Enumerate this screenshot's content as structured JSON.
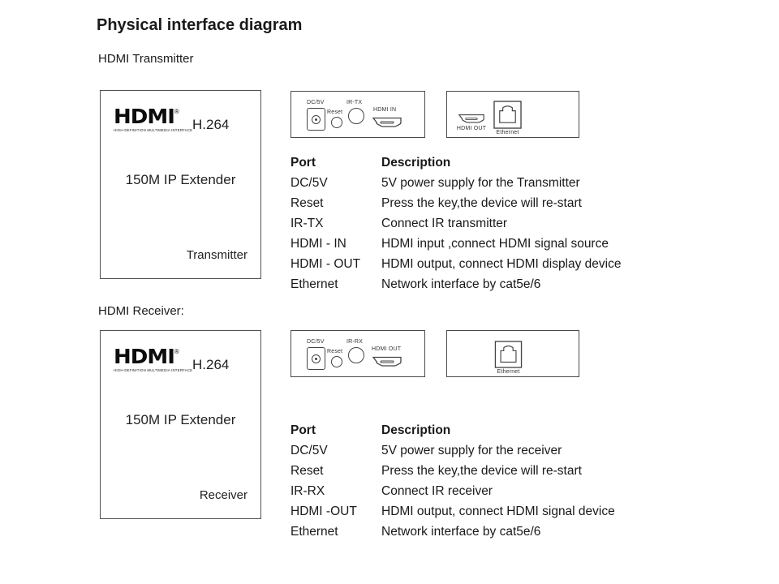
{
  "colors": {
    "text": "#1c1c1c",
    "line": "#4a4a4a",
    "background": "#ffffff"
  },
  "page": {
    "title": "Physical interface diagram"
  },
  "transmitter": {
    "section_label": "HDMI Transmitter",
    "device": {
      "logo": "HDMI",
      "logo_reg": "®",
      "logo_tagline": "HIGH-DEFINITION MULTIMEDIA INTERFACE",
      "codec": "H.264",
      "model": "150M IP Extender",
      "role": "Transmitter"
    },
    "front_panel": {
      "ports": [
        {
          "label": "DC/5V",
          "type": "power-jack"
        },
        {
          "label": "Reset",
          "type": "push-button"
        },
        {
          "label": "IR-TX",
          "type": "ir-jack"
        },
        {
          "label": "HDMI IN",
          "type": "hdmi-port"
        }
      ]
    },
    "rear_panel": {
      "ports": [
        {
          "label": "HDMI OUT",
          "type": "hdmi-port"
        },
        {
          "label": "Ethernet",
          "type": "rj45-port"
        }
      ]
    },
    "table": {
      "headers": [
        "Port",
        "Description"
      ],
      "rows": [
        [
          "DC/5V",
          "5V power supply for the Transmitter"
        ],
        [
          "Reset",
          "Press the key,the device will re-start"
        ],
        [
          "IR-TX",
          "Connect IR transmitter"
        ],
        [
          "HDMI - IN",
          "HDMI input ,connect HDMI signal source"
        ],
        [
          "HDMI - OUT",
          "HDMI output, connect HDMI display device"
        ],
        [
          "Ethernet",
          "Network interface by cat5e/6"
        ]
      ]
    }
  },
  "receiver": {
    "section_label": "HDMI Receiver:",
    "device": {
      "logo": "HDMI",
      "logo_reg": "®",
      "logo_tagline": "HIGH-DEFINITION MULTIMEDIA INTERFACE",
      "codec": "H.264",
      "model": "150M IP Extender",
      "role": "Receiver"
    },
    "front_panel": {
      "ports": [
        {
          "label": "DC/5V",
          "type": "power-jack"
        },
        {
          "label": "Reset",
          "type": "push-button"
        },
        {
          "label": "IR-RX",
          "type": "ir-jack"
        },
        {
          "label": "HDMI OUT",
          "type": "hdmi-port"
        }
      ]
    },
    "rear_panel": {
      "ports": [
        {
          "label": "Ethernet",
          "type": "rj45-port"
        }
      ]
    },
    "table": {
      "headers": [
        "Port",
        "Description"
      ],
      "rows": [
        [
          "DC/5V",
          "5V power supply for the receiver"
        ],
        [
          "Reset",
          "Press the key,the device will re-start"
        ],
        [
          "IR-RX",
          "Connect IR receiver"
        ],
        [
          "HDMI -OUT",
          "HDMI output, connect HDMI signal device"
        ],
        [
          "Ethernet",
          "Network interface by cat5e/6"
        ]
      ]
    }
  }
}
